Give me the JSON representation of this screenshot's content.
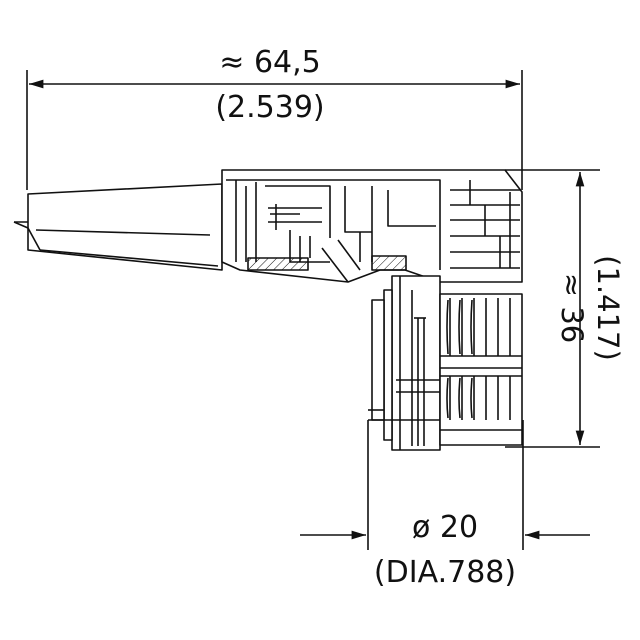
{
  "dimensions": {
    "length": {
      "approx_symbol": "≈",
      "value": "64,5",
      "inches": "(2.539)"
    },
    "height": {
      "approx_symbol": "≈",
      "value": "36",
      "inches": "(1.417)"
    },
    "diameter": {
      "symbol": "ø",
      "value": "20",
      "inches": "(DIA.788)"
    }
  },
  "colors": {
    "line": "#111111",
    "background": "#ffffff"
  }
}
